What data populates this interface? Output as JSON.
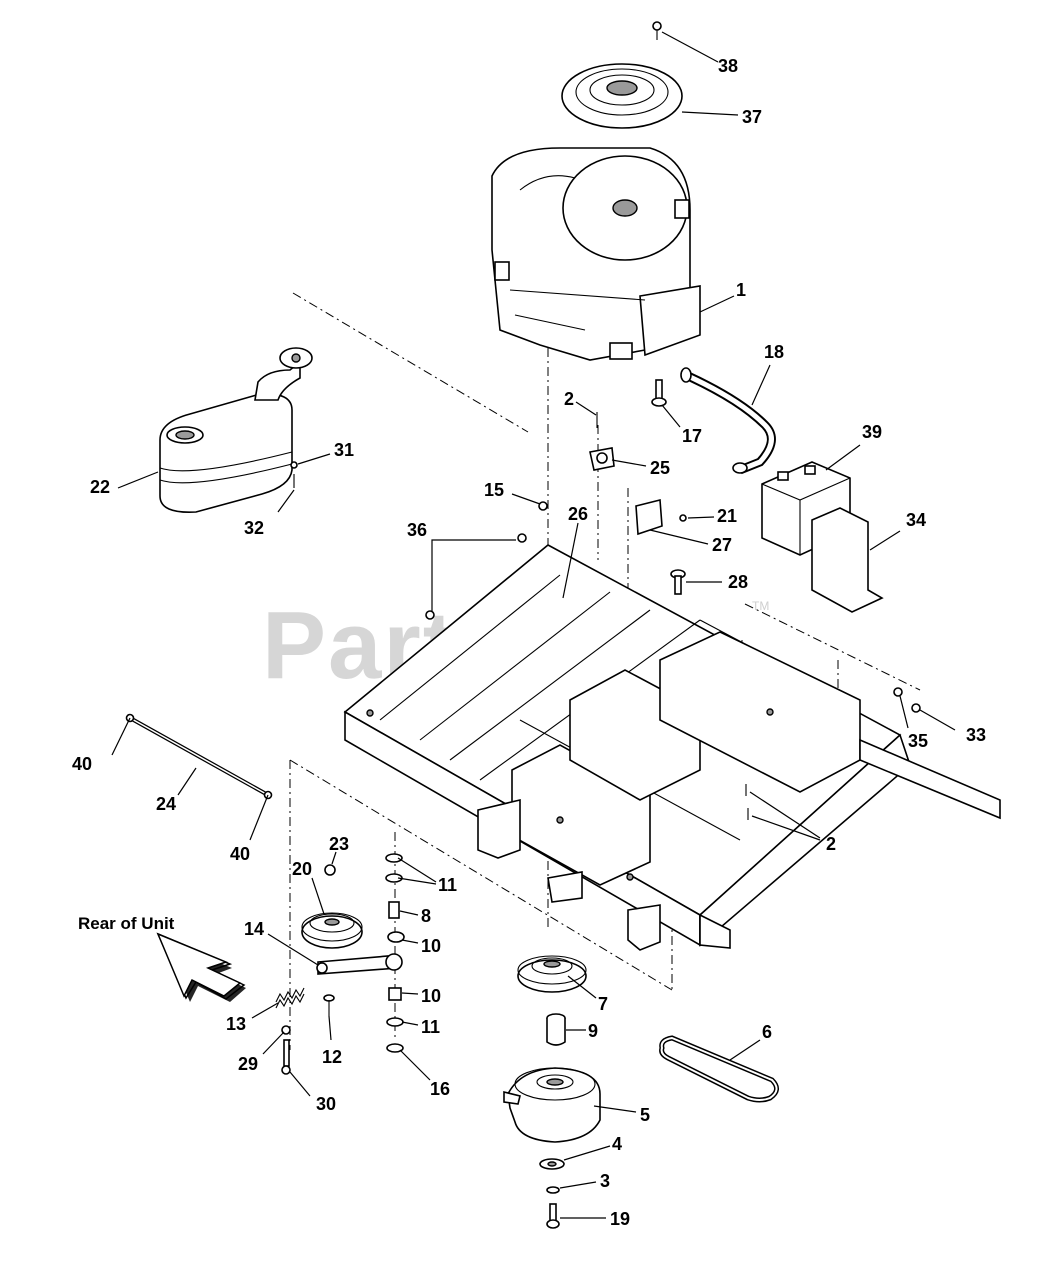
{
  "watermark": {
    "text": "PartsTree",
    "trademark": "TM"
  },
  "orientation_label": {
    "text": "Rear of Unit"
  },
  "callouts": [
    {
      "id": "c38",
      "label": "38"
    },
    {
      "id": "c37",
      "label": "37"
    },
    {
      "id": "c1",
      "label": "1"
    },
    {
      "id": "c18",
      "label": "18"
    },
    {
      "id": "c2a",
      "label": "2"
    },
    {
      "id": "c17",
      "label": "17"
    },
    {
      "id": "c39",
      "label": "39"
    },
    {
      "id": "c31",
      "label": "31"
    },
    {
      "id": "c22",
      "label": "22"
    },
    {
      "id": "c25",
      "label": "25"
    },
    {
      "id": "c32",
      "label": "32"
    },
    {
      "id": "c15",
      "label": "15"
    },
    {
      "id": "c26",
      "label": "26"
    },
    {
      "id": "c21",
      "label": "21"
    },
    {
      "id": "c34",
      "label": "34"
    },
    {
      "id": "c36",
      "label": "36"
    },
    {
      "id": "c27",
      "label": "27"
    },
    {
      "id": "c28",
      "label": "28"
    },
    {
      "id": "c33",
      "label": "33"
    },
    {
      "id": "c35",
      "label": "35"
    },
    {
      "id": "c40a",
      "label": "40"
    },
    {
      "id": "c24",
      "label": "24"
    },
    {
      "id": "c40b",
      "label": "40"
    },
    {
      "id": "c2b",
      "label": "2"
    },
    {
      "id": "c23",
      "label": "23"
    },
    {
      "id": "c20",
      "label": "20"
    },
    {
      "id": "c11a",
      "label": "11"
    },
    {
      "id": "c8",
      "label": "8"
    },
    {
      "id": "c14",
      "label": "14"
    },
    {
      "id": "c10a",
      "label": "10"
    },
    {
      "id": "c7",
      "label": "7"
    },
    {
      "id": "c10b",
      "label": "10"
    },
    {
      "id": "c13",
      "label": "13"
    },
    {
      "id": "c11b",
      "label": "11"
    },
    {
      "id": "c9",
      "label": "9"
    },
    {
      "id": "c12",
      "label": "12"
    },
    {
      "id": "c29",
      "label": "29"
    },
    {
      "id": "c6",
      "label": "6"
    },
    {
      "id": "c16",
      "label": "16"
    },
    {
      "id": "c30",
      "label": "30"
    },
    {
      "id": "c5",
      "label": "5"
    },
    {
      "id": "c4",
      "label": "4"
    },
    {
      "id": "c3",
      "label": "3"
    },
    {
      "id": "c19",
      "label": "19"
    }
  ]
}
